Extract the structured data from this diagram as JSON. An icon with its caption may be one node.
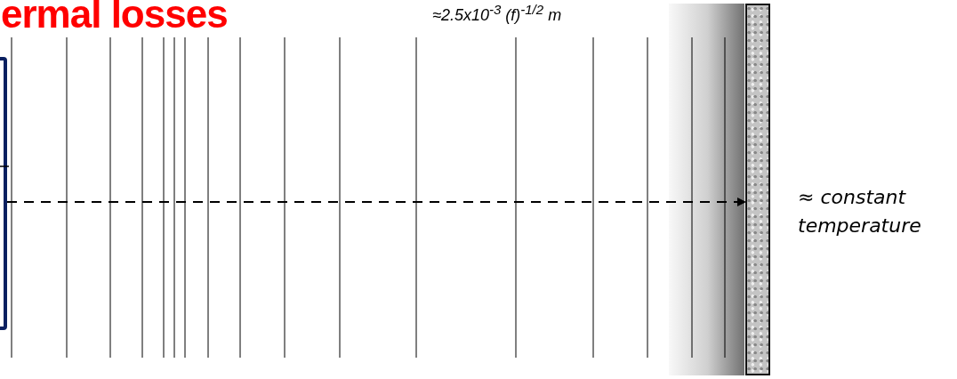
{
  "diagram": {
    "title": "ermal losses",
    "nodes": [
      {
        "text": [],
        "shape": "box"
      },
      {
        "text": [],
        "shape": "band"
      },
      {
        "text": [],
        "shape": "bar",
        "in": 1,
        "beside": [
          "≈ constant temperature"
        ]
      }
    ],
    "edges": [
      {
        "from": 0,
        "to": 2,
        "arrow": "to",
        "style": "dashed"
      }
    ],
    "labels": [
      "≈2.5x10$^{-3}$ (f)$^{-1/2}$ m"
    ]
  }
}
